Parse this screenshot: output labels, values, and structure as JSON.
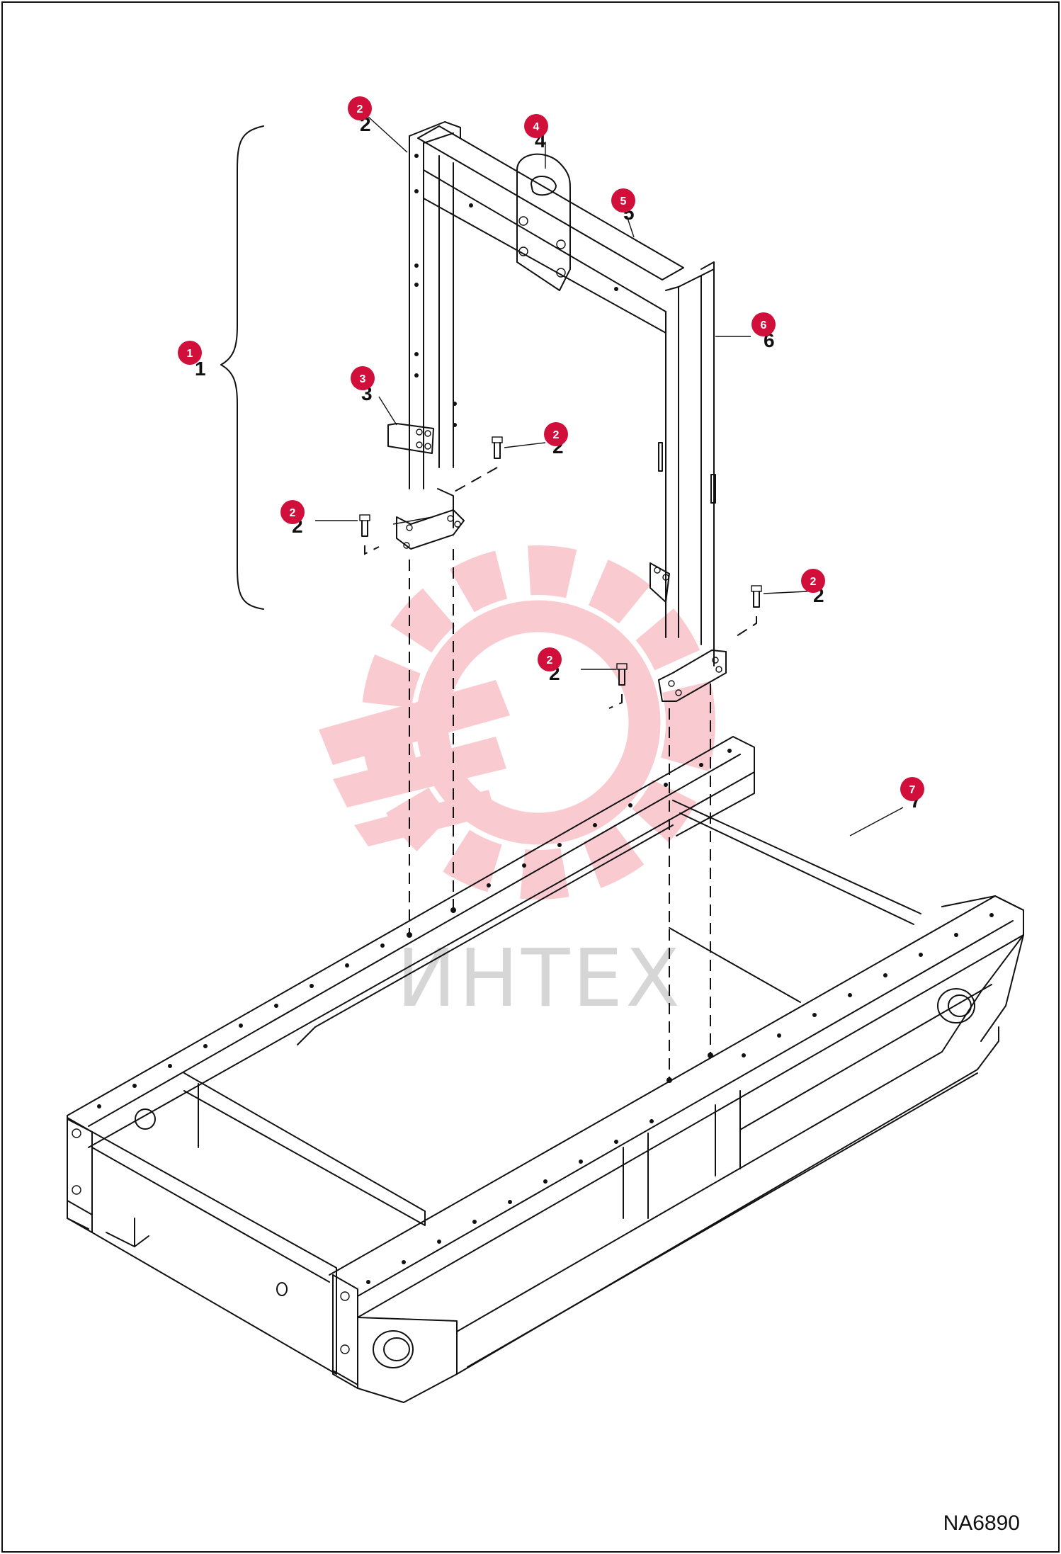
{
  "diagram": {
    "drawing_code": "NA6890",
    "watermark_text": "ИНТЕХ",
    "watermark_color": "#e8192c",
    "callout_color": "#d0103a",
    "callouts": [
      {
        "id": "c1",
        "label": "1",
        "part": "frame-assembly"
      },
      {
        "id": "c2a",
        "label": "2",
        "part": "bolt"
      },
      {
        "id": "c2b",
        "label": "2",
        "part": "bolt"
      },
      {
        "id": "c2c",
        "label": "2",
        "part": "bolt"
      },
      {
        "id": "c2d",
        "label": "2",
        "part": "bolt"
      },
      {
        "id": "c2e",
        "label": "2",
        "part": "bolt"
      },
      {
        "id": "c3",
        "label": "3",
        "part": "bracket"
      },
      {
        "id": "c4",
        "label": "4",
        "part": "lifting-eye"
      },
      {
        "id": "c5",
        "label": "5",
        "part": "cross-beam"
      },
      {
        "id": "c6",
        "label": "6",
        "part": "upright-post"
      },
      {
        "id": "c7",
        "label": "7",
        "part": "base-frame"
      }
    ]
  }
}
